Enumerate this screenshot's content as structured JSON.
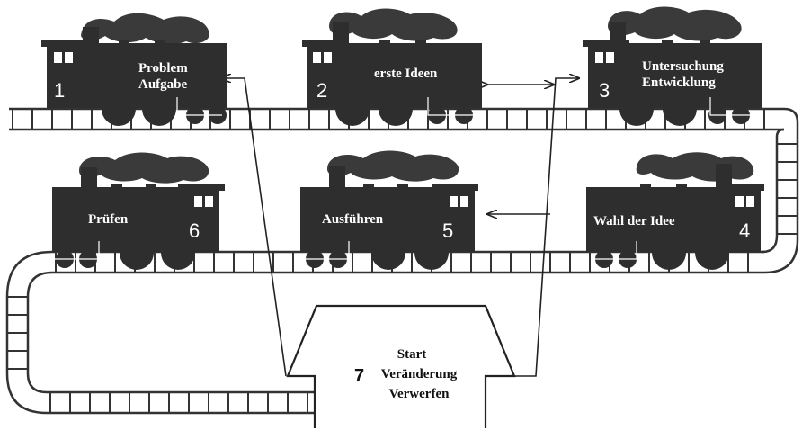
{
  "colors": {
    "ink": "#2e2e2e",
    "smoke": "#3a3a3a",
    "track": "#333333",
    "background": "#ffffff",
    "label_text": "#ffffff"
  },
  "trains": [
    {
      "number": "1",
      "label_lines": [
        "Problem",
        "Aufgabe"
      ]
    },
    {
      "number": "2",
      "label_lines": [
        "erste Ideen"
      ]
    },
    {
      "number": "3",
      "label_lines": [
        "Untersuchung",
        "Entwicklung"
      ]
    },
    {
      "number": "4",
      "label_lines": [
        "Wahl der Idee"
      ]
    },
    {
      "number": "5",
      "label_lines": [
        "Ausführen"
      ]
    },
    {
      "number": "6",
      "label_lines": [
        "Prüfen"
      ]
    }
  ],
  "station": {
    "number": "7",
    "lines": [
      "Start",
      "Veränderung",
      "Verwerfen"
    ]
  },
  "connectors": [
    {
      "from": "station",
      "to": "train-1"
    },
    {
      "from": "station",
      "to": "train-3"
    },
    {
      "from": "train-3",
      "to": "train-2",
      "bidirectional": true
    },
    {
      "from": "train-4",
      "to": "train-5"
    }
  ]
}
